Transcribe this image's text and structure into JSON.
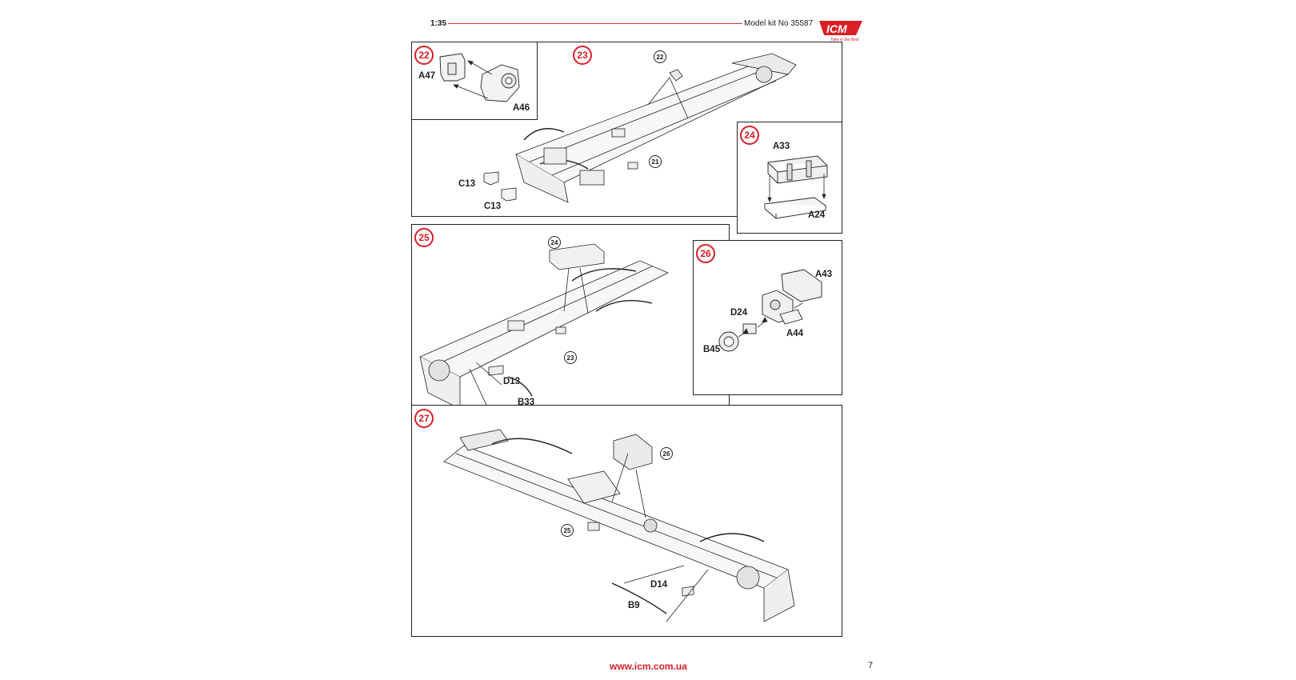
{
  "header": {
    "scale": "1:35",
    "kit": "Model kit No 35587",
    "logo_text": "ICM",
    "logo_tagline": "Take in the Best"
  },
  "steps": {
    "s22": {
      "num": "22",
      "labels": {
        "a47": "A47",
        "a46": "A46"
      }
    },
    "s23": {
      "num": "23",
      "refs": {
        "r22": "22",
        "r21": "21"
      },
      "labels": {
        "c13a": "C13",
        "c13b": "C13"
      }
    },
    "s24": {
      "num": "24",
      "labels": {
        "a33": "A33",
        "a24": "A24"
      }
    },
    "s25": {
      "num": "25",
      "refs": {
        "r24": "24",
        "r23": "23"
      },
      "labels": {
        "d13": "D13",
        "b33": "B33"
      }
    },
    "s26": {
      "num": "26",
      "labels": {
        "a43": "A43",
        "d24": "D24",
        "a44": "A44",
        "b45": "B45"
      }
    },
    "s27": {
      "num": "27",
      "refs": {
        "r26": "26",
        "r25": "25"
      },
      "labels": {
        "d14": "D14",
        "b9": "B9"
      }
    }
  },
  "footer": {
    "url": "www.icm.com.ua",
    "page": "7"
  },
  "colors": {
    "accent": "#d91f26",
    "line": "#222222"
  }
}
